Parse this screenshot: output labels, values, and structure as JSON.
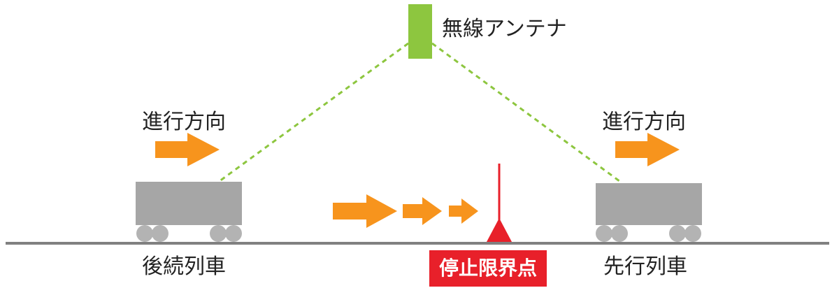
{
  "antenna": {
    "label": "無線アンテナ"
  },
  "rear_train": {
    "direction_label": "進行方向",
    "name": "後続列車"
  },
  "lead_train": {
    "direction_label": "進行方向",
    "name": "先行列車"
  },
  "stop_point": {
    "label": "停止限界点"
  },
  "colors": {
    "antenna": "#8dc63f",
    "signal_link": "#8dc63f",
    "arrow": "#f7941d",
    "train": "#a6a6a6",
    "wheel": "#b3b3b3",
    "rail": "#808080",
    "stop_marker": "#e8202a"
  }
}
